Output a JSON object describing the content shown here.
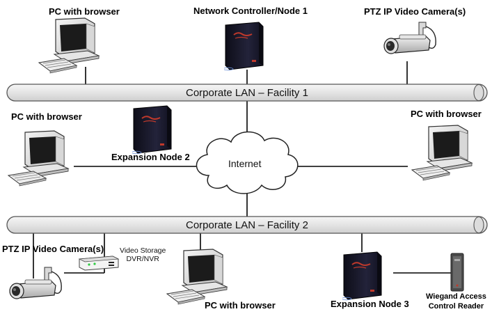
{
  "facility1": {
    "lan_label": "Corporate LAN – Facility 1",
    "pc_label": "PC with browser",
    "controller_label": "Network Controller/Node 1",
    "camera_label": "PTZ IP Video Camera(s)"
  },
  "middle": {
    "left_pc_label": "PC with browser",
    "expansion2_label": "Expansion Node 2",
    "internet_label": "Internet",
    "right_pc_label": "PC with browser"
  },
  "facility2": {
    "lan_label": "Corporate LAN – Facility 2",
    "camera_label": "PTZ IP Video Camera(s)",
    "storage_label_line1": "Video Storage",
    "storage_label_line2": "DVR/NVR",
    "pc_label": "PC with browser",
    "expansion3_label": "Expansion Node 3",
    "reader_label_line1": "Wiegand Access",
    "reader_label_line2": "Control Reader"
  },
  "colors": {
    "lan_fill": "#e9e9e9",
    "lan_stroke": "#555555",
    "node_panel": "#1c1c2c",
    "node_accent": "#c0392b",
    "connector": "#000000"
  },
  "icons": [
    "pc-icon",
    "controller-icon",
    "camera-icon",
    "cloud-icon",
    "dvr-icon",
    "card-reader-icon"
  ]
}
